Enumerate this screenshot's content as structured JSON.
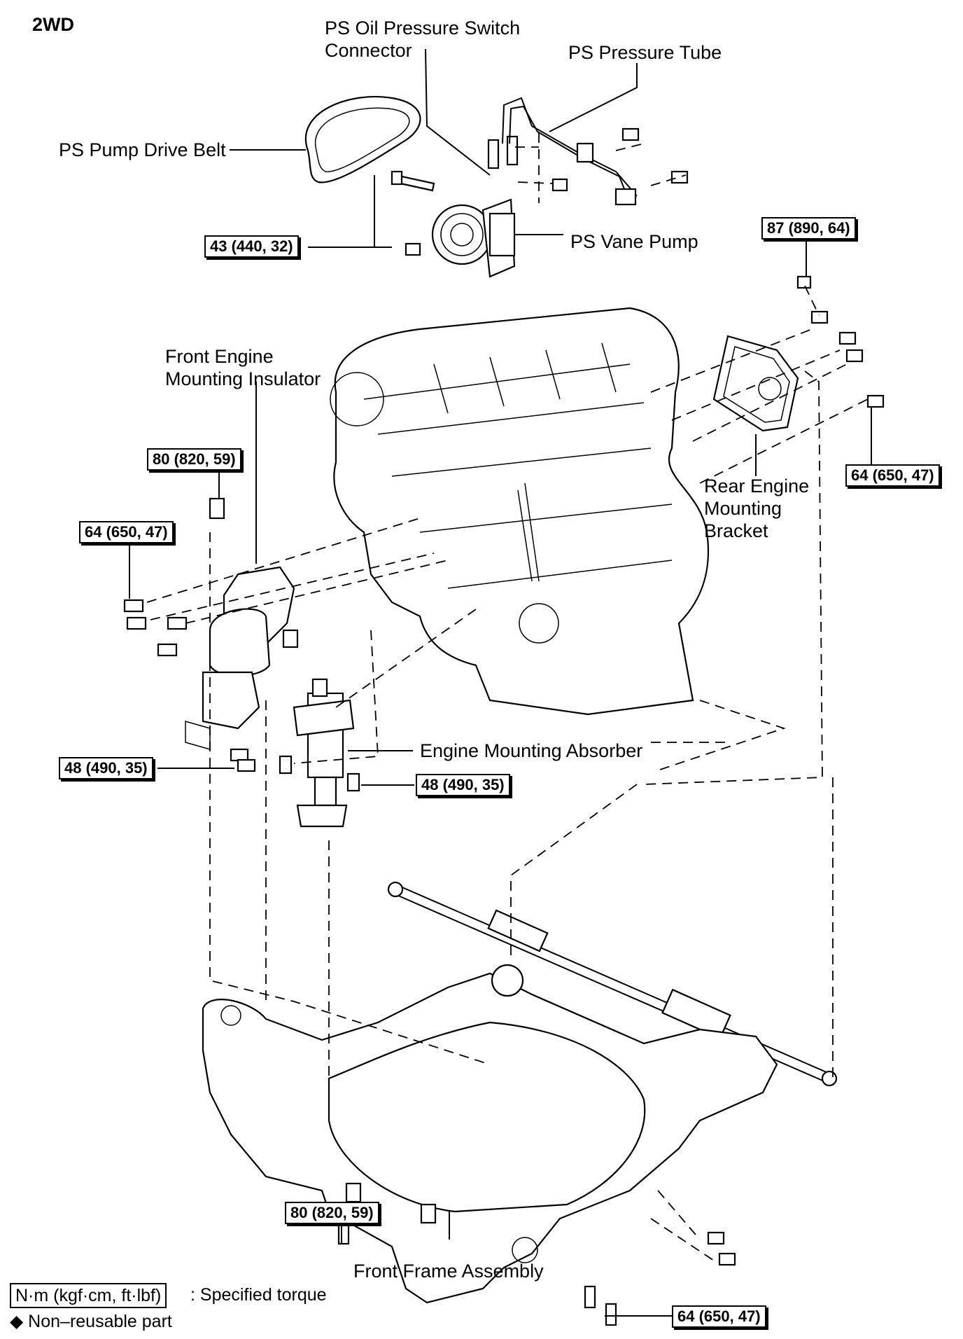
{
  "header": {
    "title": "2WD"
  },
  "labels": {
    "ps_oil_pressure_switch": "PS Oil Pressure Switch",
    "connector": "Connector",
    "ps_pressure_tube": "PS Pressure Tube",
    "ps_pump_drive_belt": "PS Pump Drive Belt",
    "ps_vane_pump": "PS Vane Pump",
    "front_engine": "Front Engine",
    "mounting_insulator": "Mounting Insulator",
    "rear_engine": "Rear Engine",
    "mounting": "Mounting",
    "bracket": "Bracket",
    "engine_mounting_absorber": "Engine Mounting Absorber",
    "front_frame_assembly": "Front Frame Assembly"
  },
  "torques": {
    "vane_pump": "43 (440, 32)",
    "rear_top": "87 (890, 64)",
    "rear_right": "64 (650, 47)",
    "front_top": "80 (820, 59)",
    "front_left": "64 (650, 47)",
    "absorber_left": "48 (490, 35)",
    "absorber_right": "48 (490, 35)",
    "frame_left": "80 (820, 59)",
    "frame_right": "64 (650, 47)"
  },
  "legend": {
    "torque_unit": "N·m (kgf·cm, ft·lbf)",
    "torque_desc": ": Specified torque",
    "non_reusable": "◆ Non–reusable part"
  }
}
